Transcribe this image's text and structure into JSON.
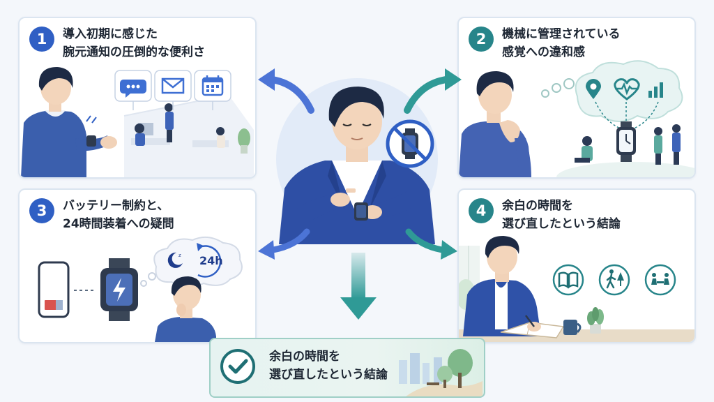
{
  "panels": [
    {
      "number": "1",
      "title_line1": "導入初期に感じた",
      "title_line2": "腕元通知の圧倒的な便利さ"
    },
    {
      "number": "2",
      "title_line1": "機械に管理されている",
      "title_line2": "感覚への違和感"
    },
    {
      "number": "3",
      "title_line1": "バッテリー制約と、",
      "title_line2": "24時間装着への疑問"
    },
    {
      "number": "4",
      "title_line1": "余白の時間を",
      "title_line2": "選び直したという結論"
    }
  ],
  "panel3_badge": "24h",
  "conclusion": {
    "line1": "余白の時間を",
    "line2": "選び直したという結論"
  },
  "icons": {
    "panel1": [
      "chat-bubble-icon",
      "mail-icon",
      "calendar-icon"
    ],
    "panel2": [
      "location-pin-icon",
      "heartbeat-icon",
      "bar-chart-icon"
    ],
    "panel4": [
      "book-icon",
      "walking-icon",
      "conversation-icon"
    ],
    "center": "no-watch-icon"
  },
  "colors": {
    "blue": "#2f5fc4",
    "teal": "#27858a",
    "navy": "#1f3c8c"
  }
}
